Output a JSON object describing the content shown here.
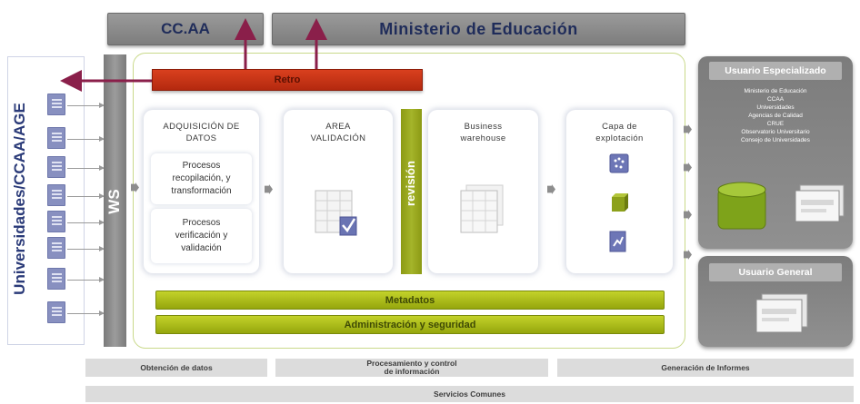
{
  "top": {
    "ccaa_label": "CC.AA",
    "ministerio_label": "Ministerio de Educación"
  },
  "left_panel": {
    "label": "Universidades/CCAA/AGE",
    "doc_count": 8
  },
  "ws_label": "WS",
  "red_bar_label": "Retro",
  "cards": {
    "adquisicion": {
      "title": "ADQUISICIÓN DE\nDATOS",
      "box1": "Procesos\nrecopilación, y\ntransformación",
      "box2": "Procesos\nverificación y\nvalidación"
    },
    "area": {
      "title": "AREA\nVALIDACIÓN"
    },
    "business": {
      "title": "Business\nwarehouse"
    },
    "capa": {
      "title": "Capa de\nexplotación"
    }
  },
  "revision_label": "revisión",
  "bars": {
    "metadatos": "Metadatos",
    "admin": "Administración y seguridad"
  },
  "usuario_especializado": {
    "title": "Usuario Especializado",
    "items": [
      "Ministerio de Educación",
      "CCAA",
      "Universidades",
      "Agencias de Calidad",
      "CRUE",
      "Observatorio Universitario",
      "Consejo de Universidades"
    ]
  },
  "usuario_general": {
    "title": "Usuario General"
  },
  "footer": {
    "obtencion": "Obtención de datos",
    "procesamiento": "Procesamiento y control\nde información",
    "generacion": "Generación de Informes",
    "servicios": "Servicios Comunes"
  },
  "colors": {
    "green_accent": "#a4b42a",
    "red_accent": "#c4351a",
    "arrow_purple": "#8a1f4a",
    "title_blue": "#2a3a78"
  }
}
